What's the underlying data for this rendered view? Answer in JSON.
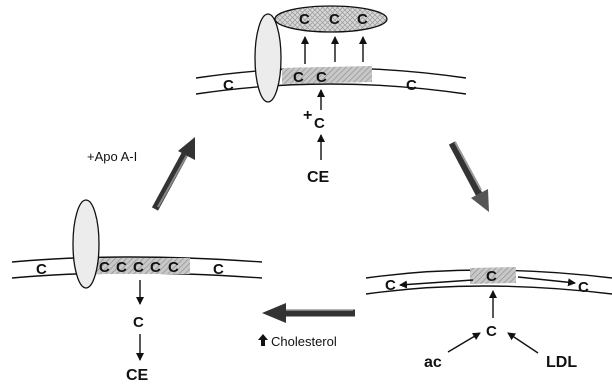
{
  "labels": {
    "apo": "+Apo A-I",
    "cholesterol": "Cholesterol",
    "plus": "+",
    "ac": "ac",
    "ldl": "LDL",
    "ce": "CE",
    "c": "C"
  },
  "colors": {
    "arrow_dark": "#555555",
    "arrow_light": "#a8a8a8",
    "line": "#111111",
    "oval_fill": "#e4e4e4",
    "hatch": "#9a9a9a",
    "cap_fill": "#d9d9d9"
  },
  "icons": [
    "up-arrow-icon"
  ]
}
